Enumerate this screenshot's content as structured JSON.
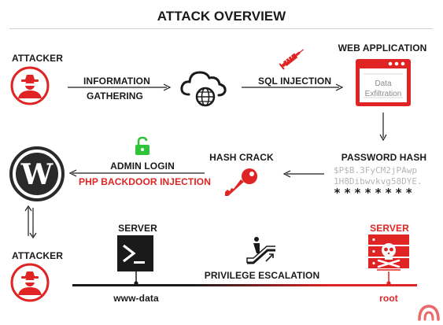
{
  "title": "ATTACK OVERVIEW",
  "colors": {
    "red": "#e02424",
    "green": "#2ec43a",
    "dark": "#1a1a1a",
    "grey": "#b6b6b6"
  },
  "nodes": {
    "attacker_top": {
      "label": "ATTACKER",
      "icon": "hacker-icon"
    },
    "cloud": {
      "icon": "cloud-globe-icon"
    },
    "web_app": {
      "label": "WEB APPLICATION",
      "icon": "browser-window-icon",
      "lines": [
        "Data",
        "Exfiltration"
      ]
    },
    "password_hash": {
      "label": "PASSWORD HASH",
      "lines": [
        "$P$B.3FyCM2jPAwp",
        "1H8Dibwvkvg58DYE."
      ],
      "mask": "********"
    },
    "hash_crack": {
      "label": "HASH CRACK",
      "icon": "key-icon"
    },
    "wordpress": {
      "icon": "wordpress-icon"
    },
    "attacker_bottom": {
      "label": "ATTACKER",
      "icon": "hacker-icon"
    },
    "server_left": {
      "label": "SERVER",
      "user": "www-data",
      "icon": "terminal-icon"
    },
    "server_right": {
      "label": "SERVER",
      "user": "root",
      "icon": "skull-server-icon"
    }
  },
  "edges": {
    "info_gathering": [
      "INFORMATION",
      "GATHERING"
    ],
    "sql_injection": "SQL INJECTION",
    "admin_login": "ADMIN LOGIN",
    "php_backdoor": "PHP BACKDOOR INJECTION",
    "privilege_escalation": "PRIVILEGE ESCALATION"
  }
}
